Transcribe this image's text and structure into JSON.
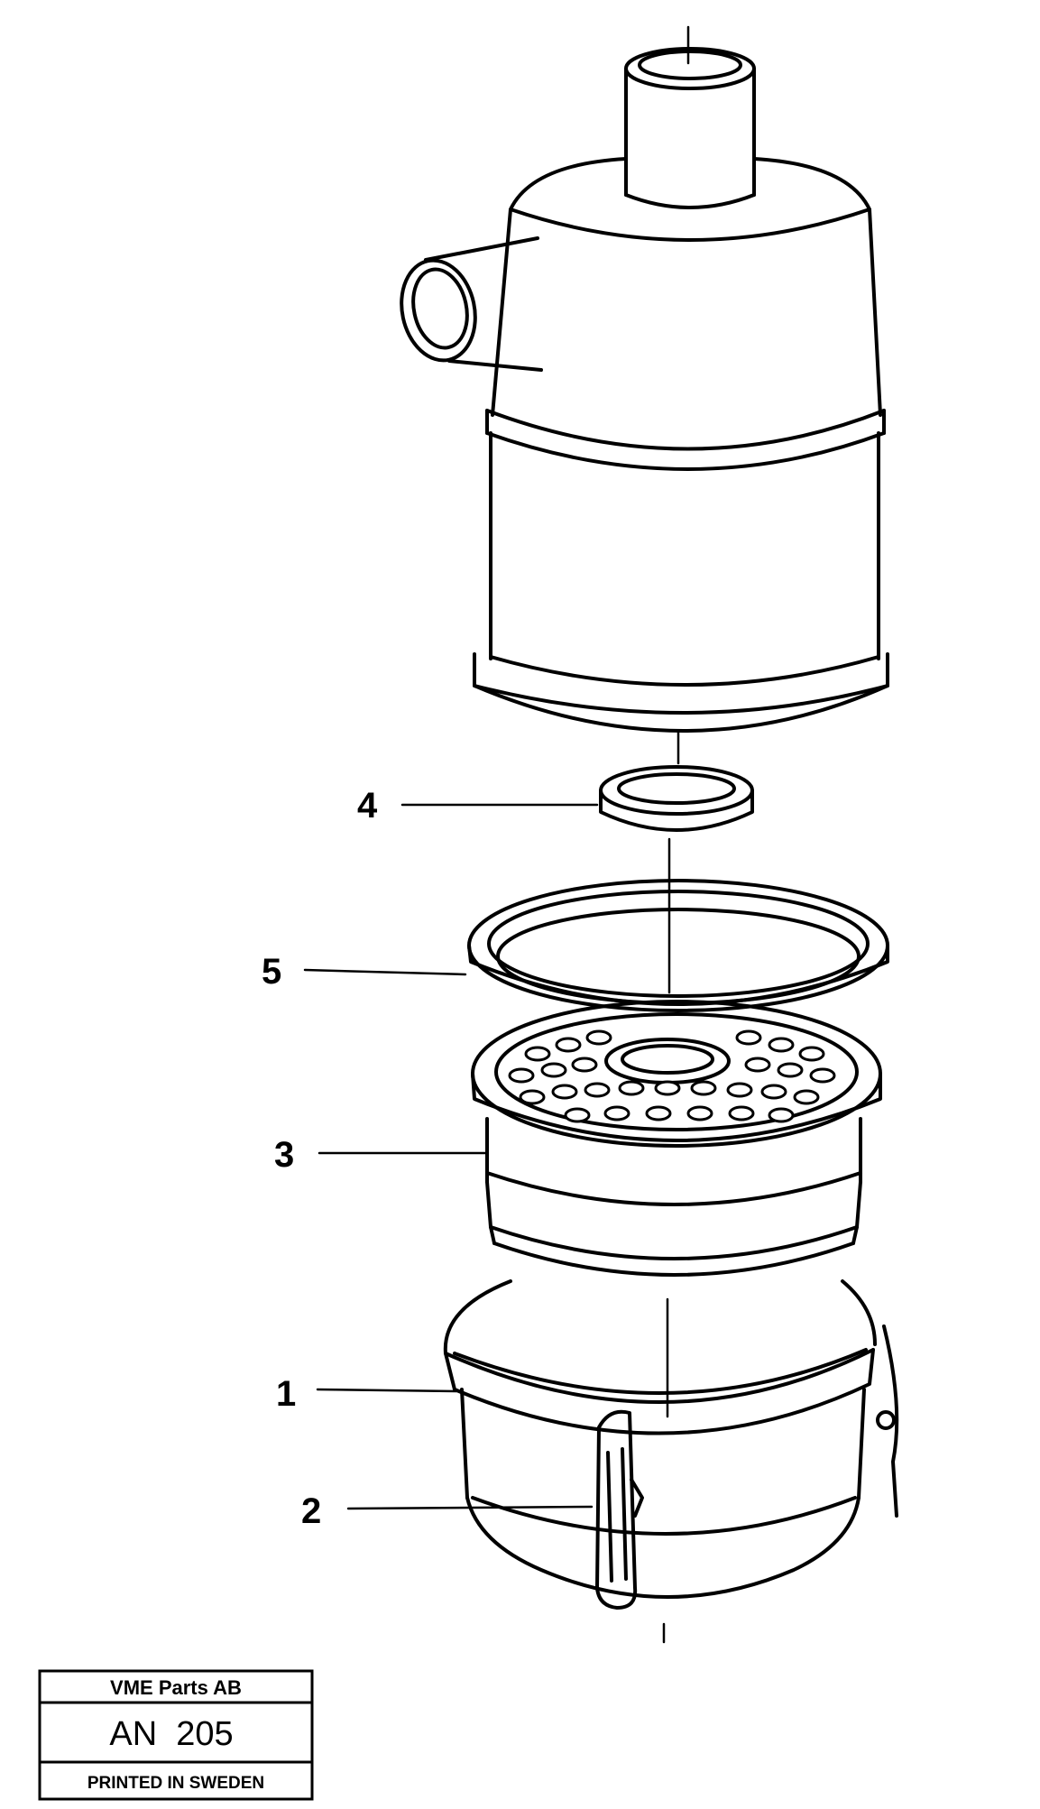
{
  "callouts": [
    {
      "id": "4",
      "label": "4"
    },
    {
      "id": "5",
      "label": "5"
    },
    {
      "id": "3",
      "label": "3"
    },
    {
      "id": "1",
      "label": "1"
    },
    {
      "id": "2",
      "label": "2"
    }
  ],
  "stamp": {
    "company": "VME Parts AB",
    "code": "AN  205",
    "footer": "PRINTED IN SWEDEN"
  }
}
